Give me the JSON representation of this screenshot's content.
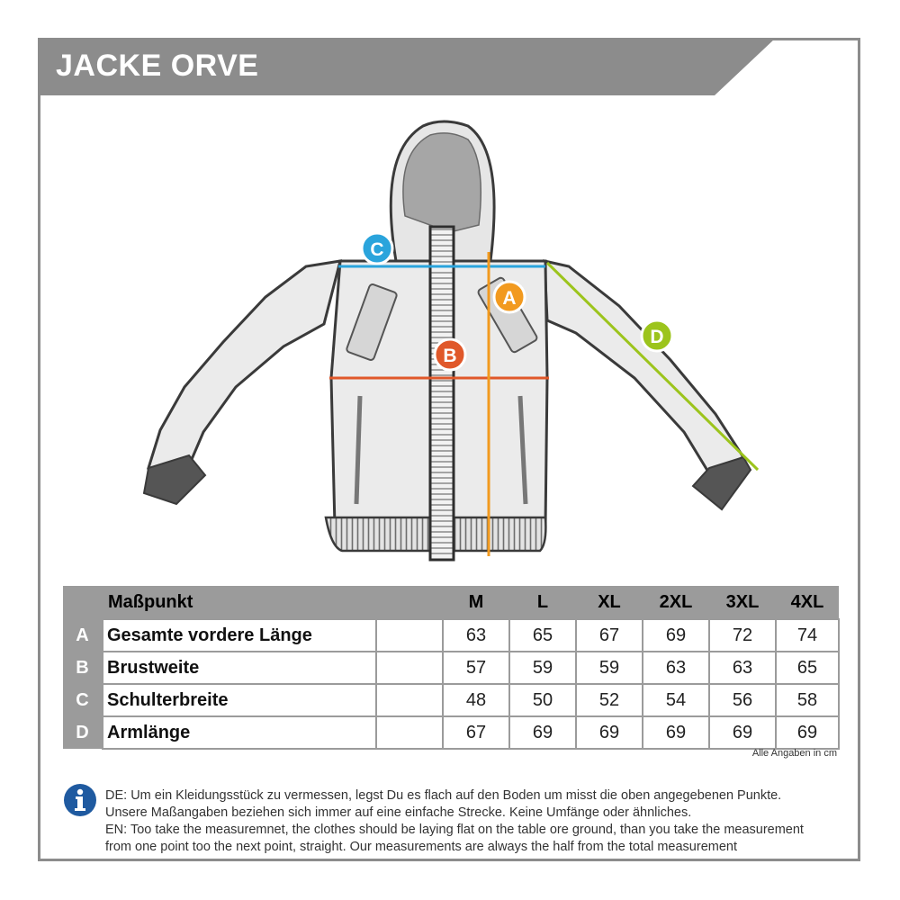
{
  "title": "JACKE ORVE",
  "colors": {
    "title_bar": "#8c8c8c",
    "marker_A": "#f29a1f",
    "marker_B": "#e0582a",
    "marker_C": "#2aa4dc",
    "marker_D": "#9cc41c",
    "table_gray": "#9b9b9b",
    "info_blue": "#1f5aa0"
  },
  "markers": [
    "A",
    "B",
    "C",
    "D"
  ],
  "table": {
    "header_label": "Maßpunkt",
    "sizes": [
      "M",
      "L",
      "XL",
      "2XL",
      "3XL",
      "4XL"
    ],
    "rows": [
      {
        "letter": "A",
        "name": "Gesamte vordere Länge",
        "values": [
          "63",
          "65",
          "67",
          "69",
          "72",
          "74"
        ]
      },
      {
        "letter": "B",
        "name": "Brustweite",
        "values": [
          "57",
          "59",
          "59",
          "63",
          "63",
          "65"
        ]
      },
      {
        "letter": "C",
        "name": "Schulterbreite",
        "values": [
          "48",
          "50",
          "52",
          "54",
          "56",
          "58"
        ]
      },
      {
        "letter": "D",
        "name": "Armlänge",
        "values": [
          "67",
          "69",
          "69",
          "69",
          "69",
          "69"
        ]
      }
    ]
  },
  "unit_note": "Alle Angaben in cm",
  "info": {
    "icon": "info-icon",
    "lines": [
      "DE: Um ein Kleidungsstück zu vermessen, legst Du es flach auf den Boden um misst die oben angegebenen Punkte.",
      "Unsere Maßangaben beziehen sich immer auf eine einfache Strecke. Keine Umfänge oder ähnliches.",
      "EN: Too take the measuremnet, the clothes should be laying flat on the table ore ground, than you take the measurement",
      "from one point too the next point, straight. Our measurements are always the half from the total measurement"
    ]
  }
}
